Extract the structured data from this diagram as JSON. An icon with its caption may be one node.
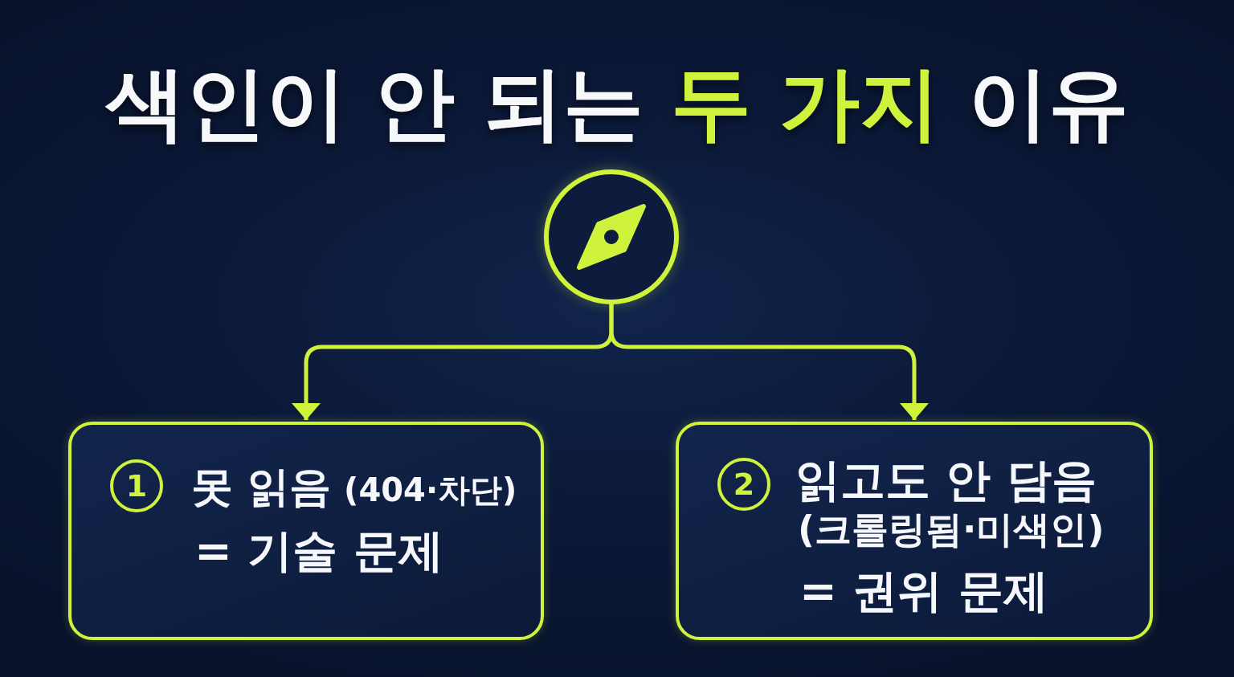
{
  "diagram": {
    "title": "색인이 안 되는 **두 가지** 이유",
    "nodes": [
      {
        "text": [],
        "shape": "circle"
      },
      {
        "text": [
          "1",
          "못 읽음",
          "(404·차단)",
          "= 기술 문제"
        ]
      },
      {
        "text": [
          "2",
          "읽고도 안 담음",
          "(크롤링됨·미색인)",
          "= 권위 문제"
        ]
      }
    ],
    "edges": [
      {
        "from": 0,
        "to": 1,
        "arrow": "to"
      },
      {
        "from": 0,
        "to": 2,
        "arrow": "to"
      }
    ]
  }
}
